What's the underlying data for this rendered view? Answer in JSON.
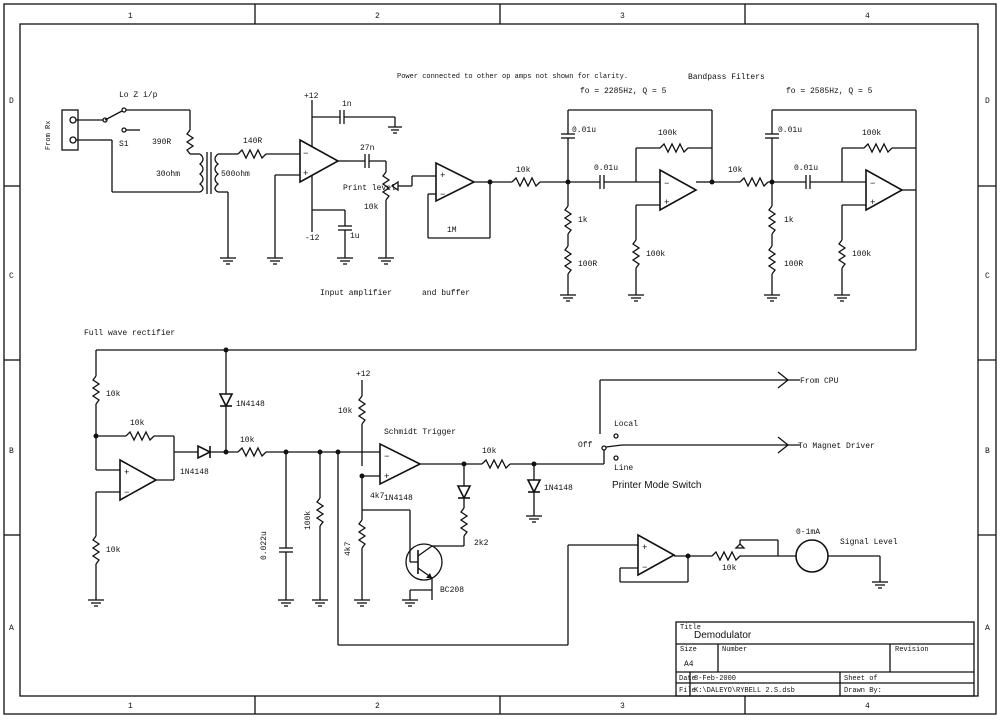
{
  "frame": {
    "columns": [
      "1",
      "2",
      "3",
      "4"
    ],
    "rows": [
      "D",
      "C",
      "B",
      "A"
    ]
  },
  "labels": {
    "input_connector": "From Rx",
    "input_select": "Lo Z i/p",
    "switch_ref": "S1",
    "r_input": "390R",
    "primary_impedance": "30ohm",
    "secondary_impedance": "500ohm",
    "r_transformer": "140R",
    "v_pos_amp": "+12",
    "c_feedback": "1n",
    "v_neg_amp": "-12",
    "c_supply": "1u",
    "c_coupling": "27n",
    "gain_pot": "Print level",
    "pot_value": "10k",
    "r_buffer": "10k",
    "buffer_feedback": "1M",
    "power_note": "Power connected to other op amps not shown for clarity.",
    "stage1_caption": "Input amplifier",
    "stage2_caption": "and buffer",
    "filters_title": "Bandpass Filters",
    "filter1_spec": "fo = 2285Hz, Q = 5",
    "filter2_spec": "fo = 2585Hz, Q = 5",
    "f1_cap_top": "0.01u",
    "f1_cap_series": "0.01u",
    "f1_r_feedback": "100k",
    "f1_r_shunt": "1k",
    "f1_r_ground": "100R",
    "f1_r_plus": "100k",
    "r_interstage": "10k",
    "f2_cap_top": "0.01u",
    "f2_cap_series": "0.01u",
    "f2_r_feedback": "100k",
    "f2_r_shunt": "1k",
    "f2_r_ground": "100R",
    "f2_r_plus": "100k",
    "rectifier_title": "Full wave rectifier",
    "r_rect_top": "10k",
    "r_rect_feedback": "10k",
    "r_rect_ground": "10k",
    "diode_top": "1N4148",
    "diode_rect": "1N4148",
    "r_filter": "10k",
    "c_filter": "0.022u",
    "r_load": "100k",
    "v_pos_trigger": "+12",
    "r_pullup": "10k",
    "trigger_title": "Schmidt Trigger",
    "trigger_diode": "1N4148",
    "r_trigger_fb": "4k7",
    "r_base": "4k7",
    "r_transistor": "2k2",
    "r_output": "10k",
    "output_diode": "1N4148",
    "transistor": "BC208",
    "from_cpu": "From CPU",
    "to_magnet": "To Magnet Driver",
    "mode_local": "Local",
    "mode_off": "Off",
    "mode_line": "Line",
    "mode_switch_title": "Printer Mode Switch",
    "meter_range": "0-1mA",
    "meter_label": "Signal Level",
    "meter_pot": "10k"
  },
  "title_block": {
    "title_caption": "Title",
    "title": "Demodulator",
    "size_caption": "Size",
    "size": "A4",
    "number_caption": "Number",
    "revision_caption": "Revision",
    "date_caption": "Date",
    "date": "8-Feb-2000",
    "sheet_caption": "Sheet of",
    "file_caption": "File",
    "file": "K:\\DALEYO\\RYBELL 2.S.dsb",
    "drawn_caption": "Drawn By:"
  }
}
